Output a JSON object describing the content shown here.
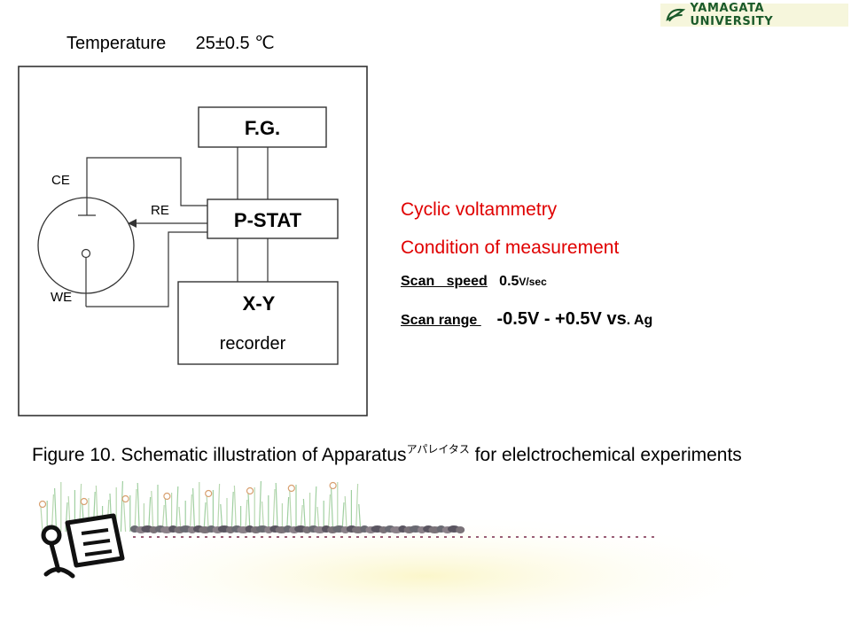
{
  "header": {
    "logo_text": "YAMAGATA UNIVERSITY",
    "logo_icon": "leaf-logo-icon"
  },
  "temperature": {
    "label": "Temperature",
    "value": "25±0.5 ℃"
  },
  "diagram": {
    "blocks": {
      "function_generator": "F.G.",
      "potentiostat": "P-STAT",
      "xy_recorder": "X-Y",
      "recorder": "recorder"
    },
    "electrodes": {
      "counter": "CE",
      "reference": "RE",
      "working": "WE"
    }
  },
  "measurement": {
    "title": "Cyclic voltammetry",
    "condition_title": "Condition of measurement",
    "scan_speed": {
      "label": "Scan   speed",
      "value": "0.5",
      "unit": "V/sec"
    },
    "scan_range": {
      "label": "Scan range ",
      "value": "-0.5V - +0.5V vs",
      "ref": ". Ag"
    }
  },
  "caption": {
    "text_before": "Figure 10. Schematic illustration of  Apparatus",
    "ruby": "アパレイタス",
    "text_after": " for elelctrochemical experiments"
  },
  "colors": {
    "accent_red": "#e00000",
    "logo_green": "#1a5a2a",
    "logo_bg": "#f6f6dc"
  }
}
